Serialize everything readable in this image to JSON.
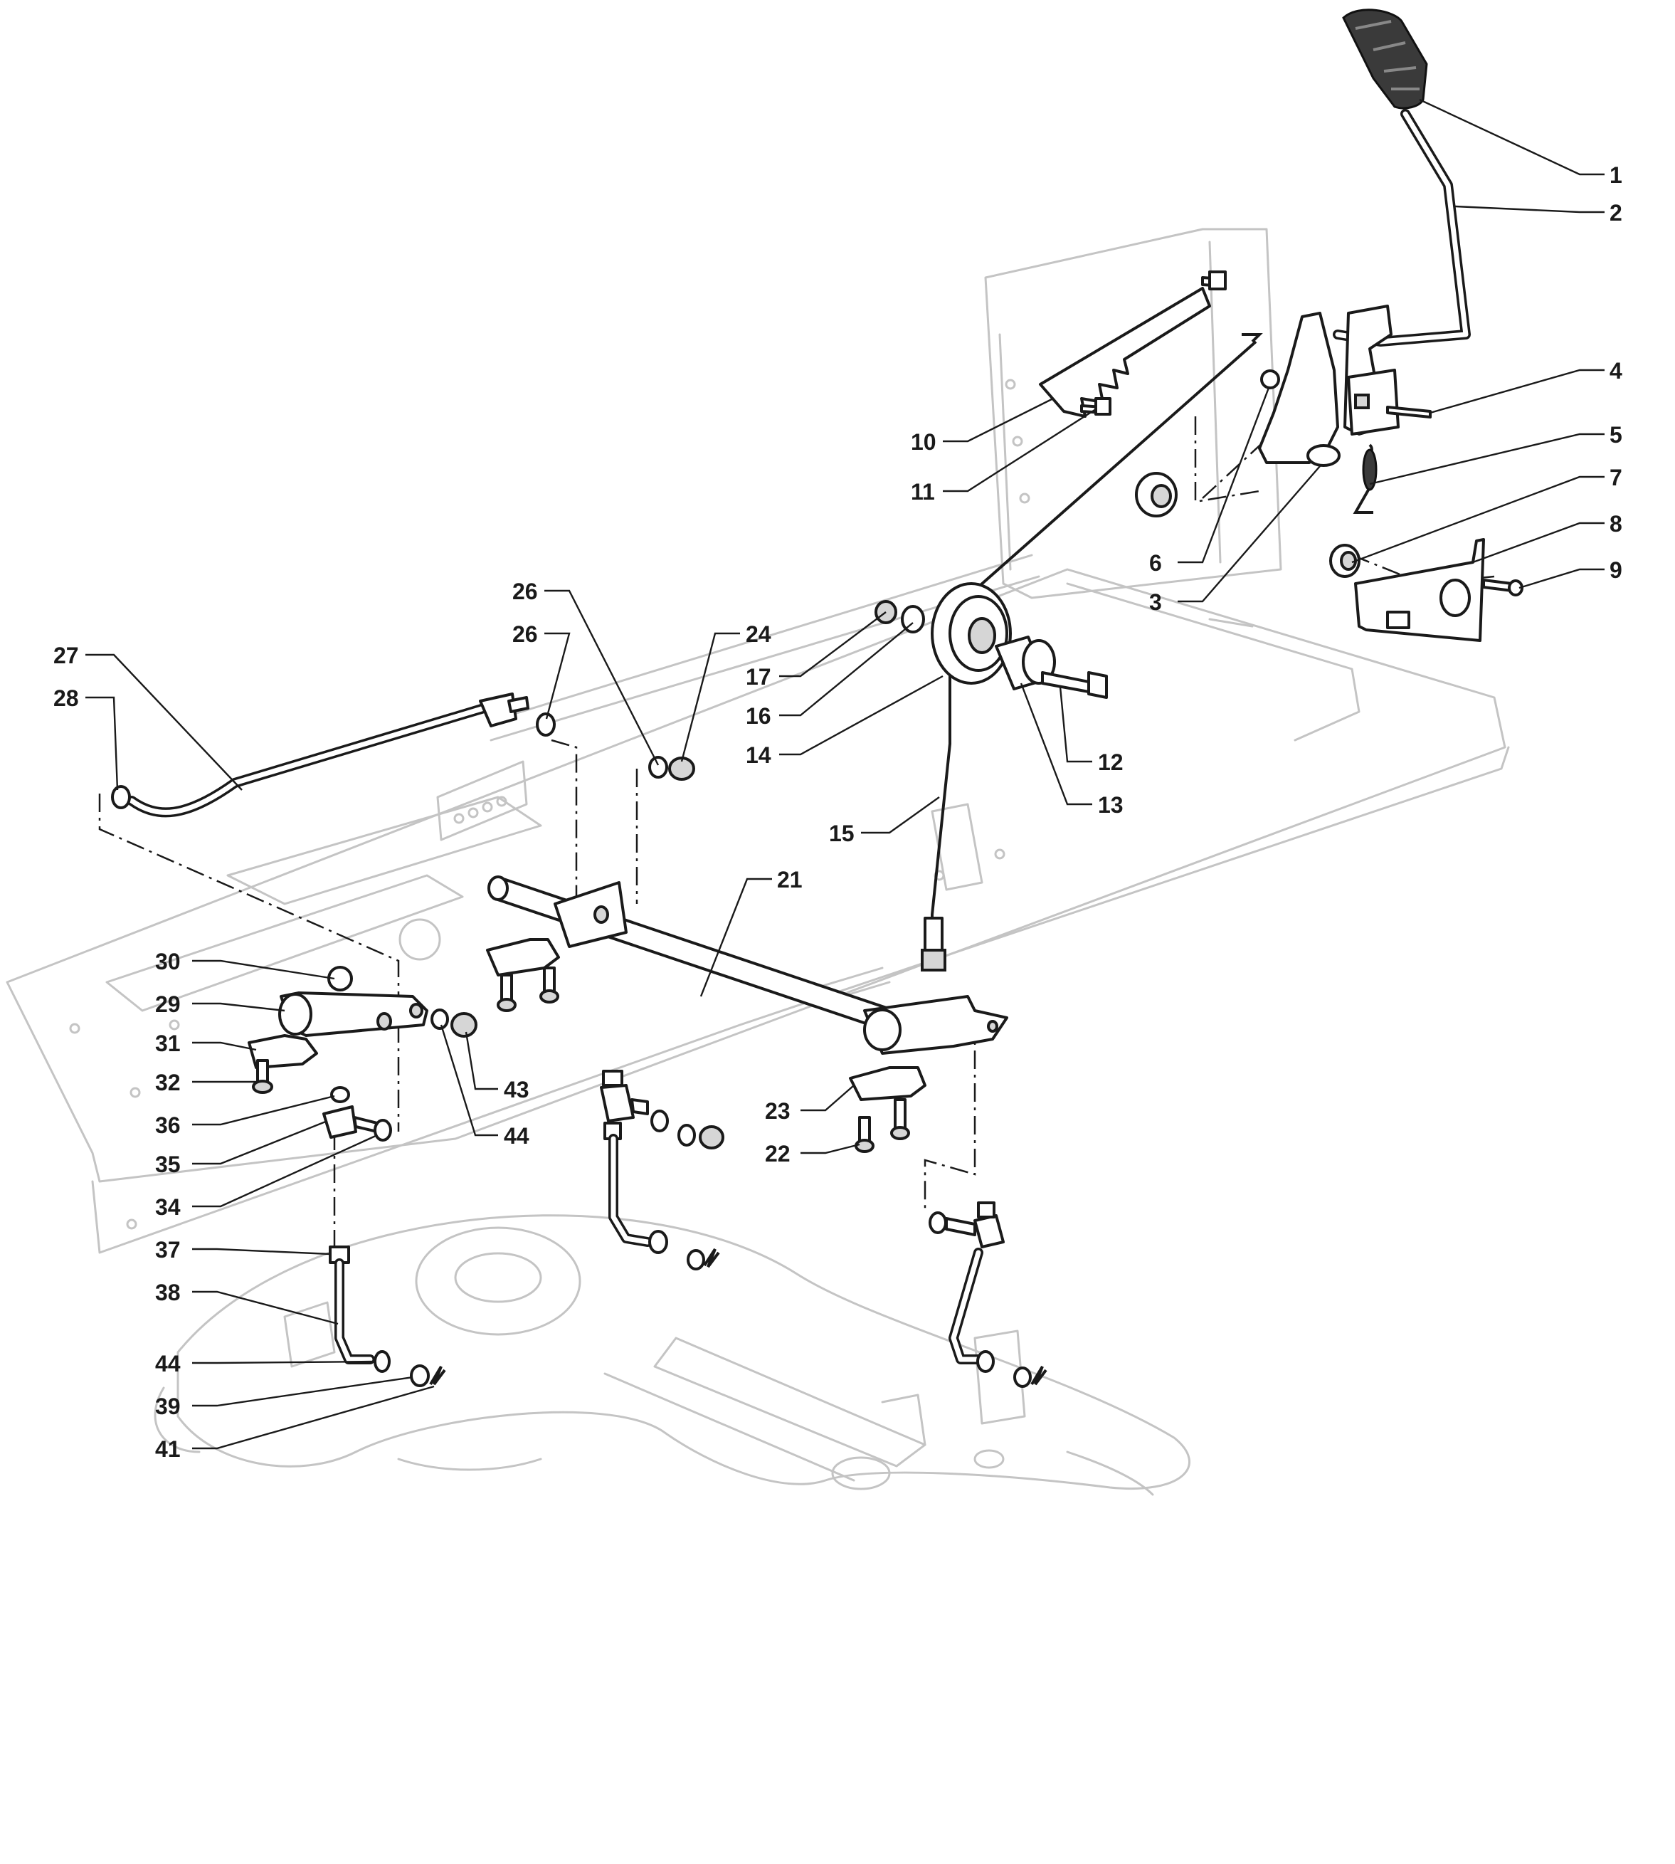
{
  "callouts": [
    {
      "id": "c1",
      "label": "1"
    },
    {
      "id": "c2",
      "label": "2"
    },
    {
      "id": "c4",
      "label": "4"
    },
    {
      "id": "c5",
      "label": "5"
    },
    {
      "id": "c7",
      "label": "7"
    },
    {
      "id": "c8",
      "label": "8"
    },
    {
      "id": "c9",
      "label": "9"
    },
    {
      "id": "c10",
      "label": "10"
    },
    {
      "id": "c11",
      "label": "11"
    },
    {
      "id": "c6",
      "label": "6"
    },
    {
      "id": "c3",
      "label": "3"
    },
    {
      "id": "c26a",
      "label": "26"
    },
    {
      "id": "c26b",
      "label": "26"
    },
    {
      "id": "c24",
      "label": "24"
    },
    {
      "id": "c17",
      "label": "17"
    },
    {
      "id": "c16",
      "label": "16"
    },
    {
      "id": "c14",
      "label": "14"
    },
    {
      "id": "c12",
      "label": "12"
    },
    {
      "id": "c13",
      "label": "13"
    },
    {
      "id": "c15",
      "label": "15"
    },
    {
      "id": "c27",
      "label": "27"
    },
    {
      "id": "c28",
      "label": "28"
    },
    {
      "id": "c21",
      "label": "21"
    },
    {
      "id": "c30",
      "label": "30"
    },
    {
      "id": "c29",
      "label": "29"
    },
    {
      "id": "c31",
      "label": "31"
    },
    {
      "id": "c32",
      "label": "32"
    },
    {
      "id": "c36",
      "label": "36"
    },
    {
      "id": "c35",
      "label": "35"
    },
    {
      "id": "c34",
      "label": "34"
    },
    {
      "id": "c43",
      "label": "43"
    },
    {
      "id": "c44a",
      "label": "44"
    },
    {
      "id": "c23",
      "label": "23"
    },
    {
      "id": "c22",
      "label": "22"
    },
    {
      "id": "c37",
      "label": "37"
    },
    {
      "id": "c38",
      "label": "38"
    },
    {
      "id": "c44b",
      "label": "44"
    },
    {
      "id": "c39",
      "label": "39"
    },
    {
      "id": "c41",
      "label": "41"
    }
  ]
}
